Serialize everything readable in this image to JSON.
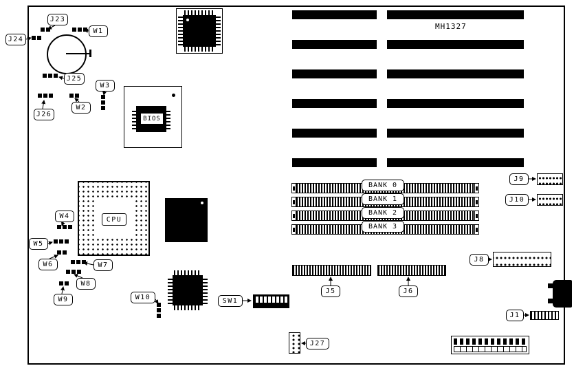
{
  "board": {
    "model": "MH1327"
  },
  "labels": {
    "j1": "J1",
    "j5": "J5",
    "j6": "J6",
    "j8": "J8",
    "j9": "J9",
    "j10": "J10",
    "j23": "J23",
    "j24": "J24",
    "j25": "J25",
    "j26": "J26",
    "j27": "J27",
    "w1": "W1",
    "w2": "W2",
    "w3": "W3",
    "w4": "W4",
    "w5": "W5",
    "w6": "W6",
    "w7": "W7",
    "w8": "W8",
    "w9": "W9",
    "w10": "W10",
    "sw1": "SW1",
    "cpu": "CPU",
    "bios": "BIOS"
  },
  "banks": [
    "BANK 0",
    "BANK 1",
    "BANK 2",
    "BANK 3"
  ],
  "colors": {
    "ink": "#000000",
    "paper": "#ffffff"
  }
}
